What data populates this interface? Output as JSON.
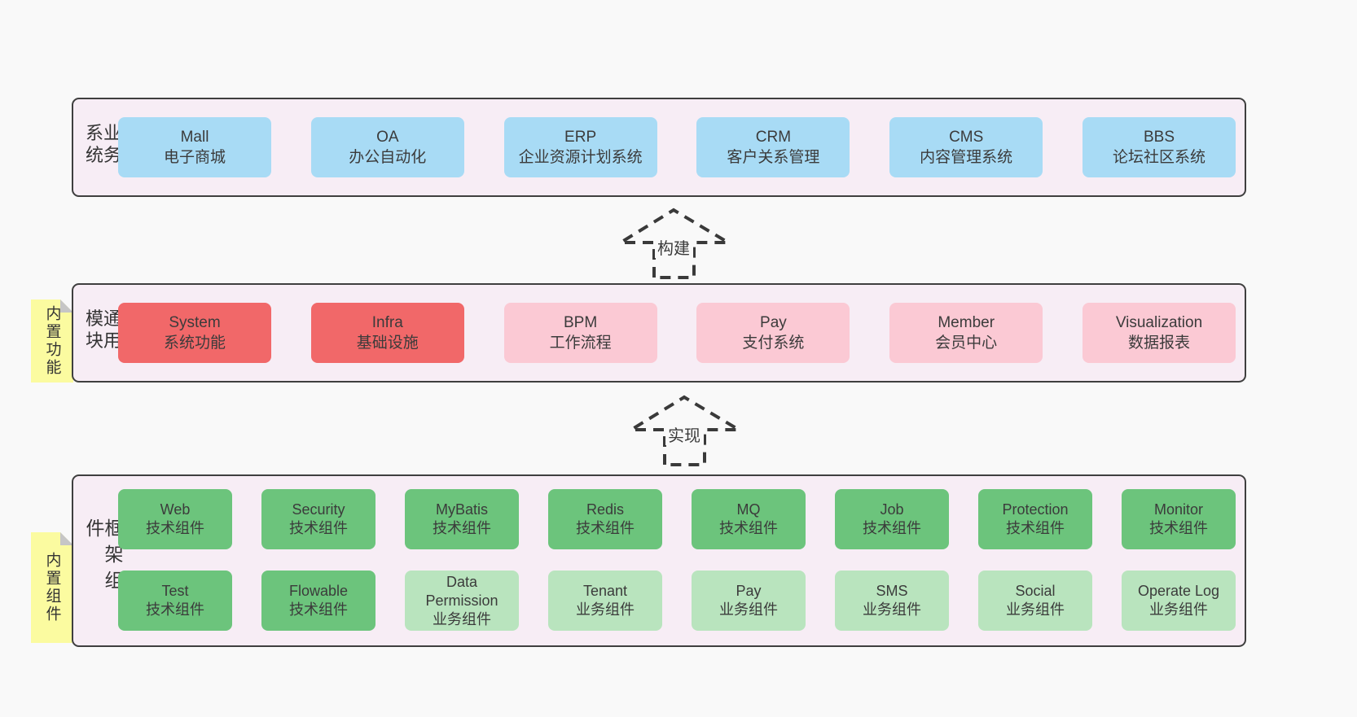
{
  "colors": {
    "page_background": "#f9f9f9",
    "band_background": "#f7edf5",
    "band_border": "#3f3f3f",
    "business_box": "#a8dbf5",
    "core_module_box": "#f16869",
    "optional_module_box": "#fbc9d4",
    "tech_component_box": "#6cc47c",
    "biz_component_box": "#b9e4be",
    "sticky_note": "#fbfba0",
    "text": "#3b3b3b"
  },
  "arrows": [
    {
      "label": "构建"
    },
    {
      "label": "实现"
    }
  ],
  "bands": [
    {
      "side_label": "业务系统",
      "boxes": [
        {
          "name": "Mall",
          "desc": "电子商城"
        },
        {
          "name": "OA",
          "desc": "办公自动化"
        },
        {
          "name": "ERP",
          "desc": "企业资源计划系统"
        },
        {
          "name": "CRM",
          "desc": "客户关系管理"
        },
        {
          "name": "CMS",
          "desc": "内容管理系统"
        },
        {
          "name": "BBS",
          "desc": "论坛社区系统"
        }
      ]
    },
    {
      "side_label": "通用模块",
      "sticky": "内置功能",
      "boxes": [
        {
          "name": "System",
          "desc": "系统功能"
        },
        {
          "name": "Infra",
          "desc": "基础设施"
        },
        {
          "name": "BPM",
          "desc": "工作流程"
        },
        {
          "name": "Pay",
          "desc": "支付系统"
        },
        {
          "name": "Member",
          "desc": "会员中心"
        },
        {
          "name": "Visualization",
          "desc": "数据报表"
        }
      ]
    },
    {
      "side_label": "框架组件",
      "sticky": "内置组件",
      "rows": [
        [
          {
            "name": "Web",
            "desc": "技术组件"
          },
          {
            "name": "Security",
            "desc": "技术组件"
          },
          {
            "name": "MyBatis",
            "desc": "技术组件"
          },
          {
            "name": "Redis",
            "desc": "技术组件"
          },
          {
            "name": "MQ",
            "desc": "技术组件"
          },
          {
            "name": "Job",
            "desc": "技术组件"
          },
          {
            "name": "Protection",
            "desc": "技术组件"
          },
          {
            "name": "Monitor",
            "desc": "技术组件"
          }
        ],
        [
          {
            "name": "Test",
            "desc": "技术组件"
          },
          {
            "name": "Flowable",
            "desc": "技术组件"
          },
          {
            "name": "Data Permission",
            "desc": "业务组件"
          },
          {
            "name": "Tenant",
            "desc": "业务组件"
          },
          {
            "name": "Pay",
            "desc": "业务组件"
          },
          {
            "name": "SMS",
            "desc": "业务组件"
          },
          {
            "name": "Social",
            "desc": "业务组件"
          },
          {
            "name": "Operate Log",
            "desc": "业务组件"
          }
        ]
      ]
    }
  ]
}
